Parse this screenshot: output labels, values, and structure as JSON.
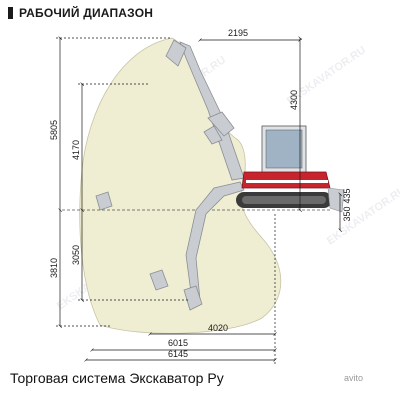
{
  "title": "РАБОЧИЙ ДИАПАЗОН",
  "caption": "Торговая система Экскаватор Ру",
  "watermark_logo": "avito",
  "colors": {
    "envelope": "#efedd2",
    "arm": "#c9ccd0",
    "arm_stroke": "#8a8f95",
    "body_red": "#c8242e",
    "track": "#3a3a3a",
    "dim_line": "#1a1a1a"
  },
  "dimensions": {
    "top_reach": "2195",
    "max_dig_height": "5805",
    "max_dump_height": "4170",
    "machine_height": "4300",
    "max_dig_depth": "3810",
    "vertical_wall_depth": "3050",
    "blade_lift": "350",
    "blade_drop": "435",
    "min_swing_radius": "4020",
    "reach_ground": "6015",
    "max_reach": "6145"
  }
}
